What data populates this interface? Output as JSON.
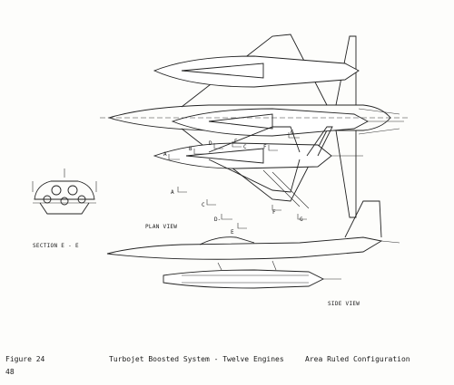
{
  "drawing": {
    "plan_view_label": "PLAN VIEW",
    "side_view_label": "SIDE VIEW",
    "section_label": "SECTION E - E",
    "section_markers": [
      "A",
      "B",
      "C",
      "D",
      "E",
      "F",
      "G"
    ],
    "section_marker_alt": "D-"
  },
  "caption": {
    "figure": "Figure  24",
    "title": "Turbojet Boosted System - Twelve Engines",
    "configuration": "Area Ruled Configuration",
    "page_number": "48"
  }
}
